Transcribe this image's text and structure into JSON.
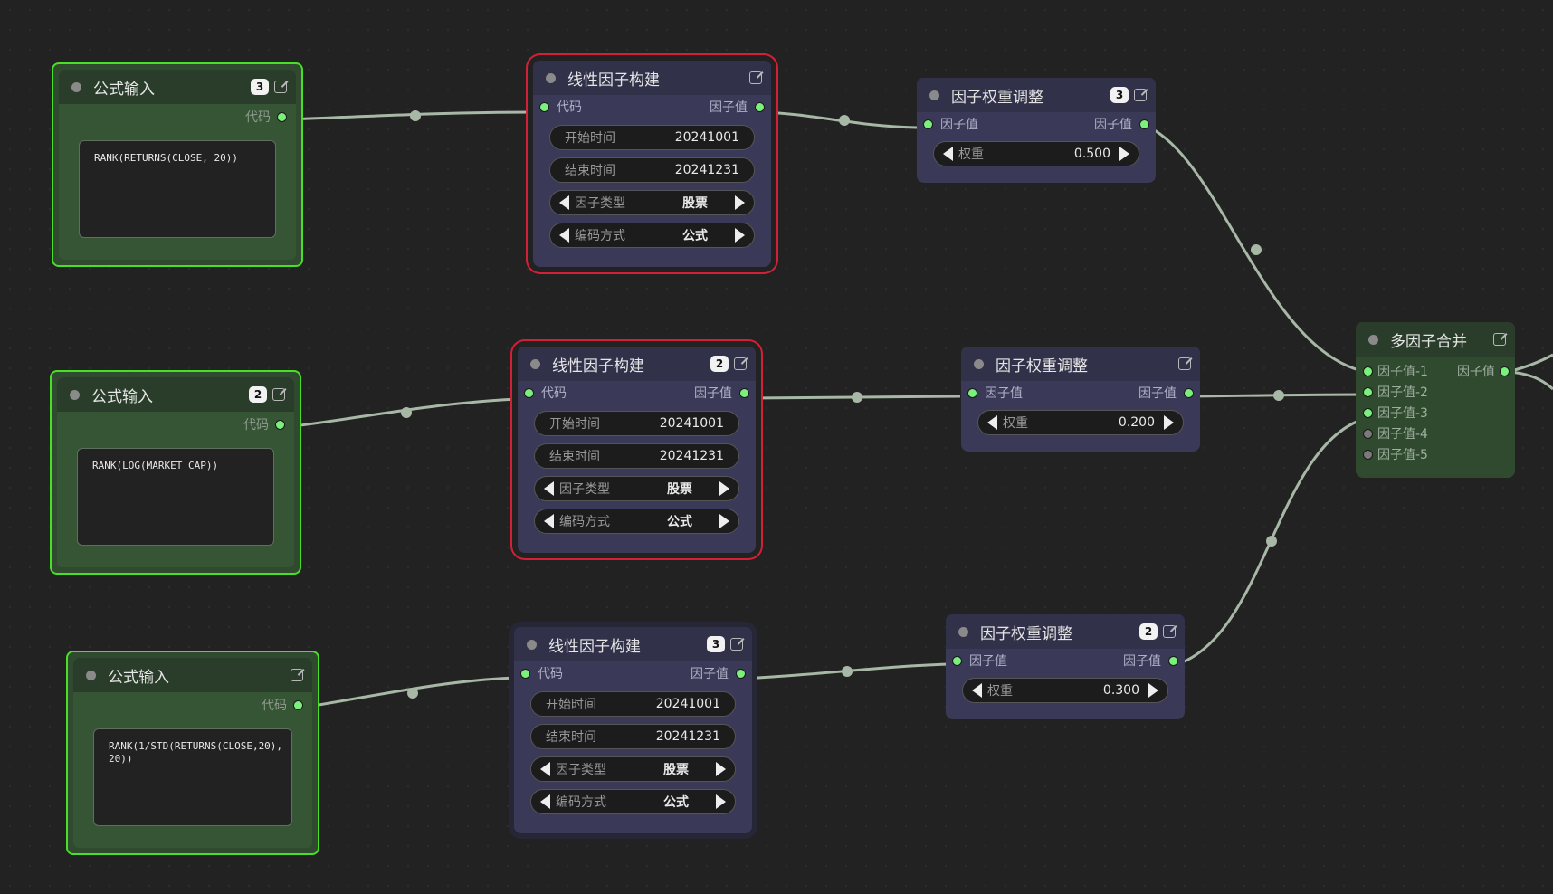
{
  "canvas": {
    "background": "#222222",
    "link_color": "#a7b8a6"
  },
  "formula_nodes": [
    {
      "title": "公式输入",
      "badge": "3",
      "output": "代码",
      "code": "RANK(RETURNS(CLOSE, 20))"
    },
    {
      "title": "公式输入",
      "badge": "2",
      "output": "代码",
      "code": "RANK(LOG(MARKET_CAP))"
    },
    {
      "title": "公式输入",
      "badge": "",
      "output": "代码",
      "code": "RANK(1/STD(RETURNS(CLOSE,20),\n20))"
    }
  ],
  "linear_nodes": [
    {
      "title": "线性因子构建",
      "badge": "",
      "input": "代码",
      "output": "因子值",
      "start_label": "开始时间",
      "start_value": "20241001",
      "end_label": "结束时间",
      "end_value": "20241231",
      "type_label": "因子类型",
      "type_value": "股票",
      "enc_label": "编码方式",
      "enc_value": "公式"
    },
    {
      "title": "线性因子构建",
      "badge": "2",
      "input": "代码",
      "output": "因子值",
      "start_label": "开始时间",
      "start_value": "20241001",
      "end_label": "结束时间",
      "end_value": "20241231",
      "type_label": "因子类型",
      "type_value": "股票",
      "enc_label": "编码方式",
      "enc_value": "公式"
    },
    {
      "title": "线性因子构建",
      "badge": "3",
      "input": "代码",
      "output": "因子值",
      "start_label": "开始时间",
      "start_value": "20241001",
      "end_label": "结束时间",
      "end_value": "20241231",
      "type_label": "因子类型",
      "type_value": "股票",
      "enc_label": "编码方式",
      "enc_value": "公式"
    }
  ],
  "weight_nodes": [
    {
      "title": "因子权重调整",
      "badge": "3",
      "input": "因子值",
      "output": "因子值",
      "weight_label": "权重",
      "weight_value": "0.500"
    },
    {
      "title": "因子权重调整",
      "badge": "",
      "input": "因子值",
      "output": "因子值",
      "weight_label": "权重",
      "weight_value": "0.200"
    },
    {
      "title": "因子权重调整",
      "badge": "2",
      "input": "因子值",
      "output": "因子值",
      "weight_label": "权重",
      "weight_value": "0.300"
    }
  ],
  "merge_node": {
    "title": "多因子合并",
    "output": "因子值",
    "inputs": [
      "因子值-1",
      "因子值-2",
      "因子值-3",
      "因子值-4",
      "因子值-5"
    ]
  }
}
